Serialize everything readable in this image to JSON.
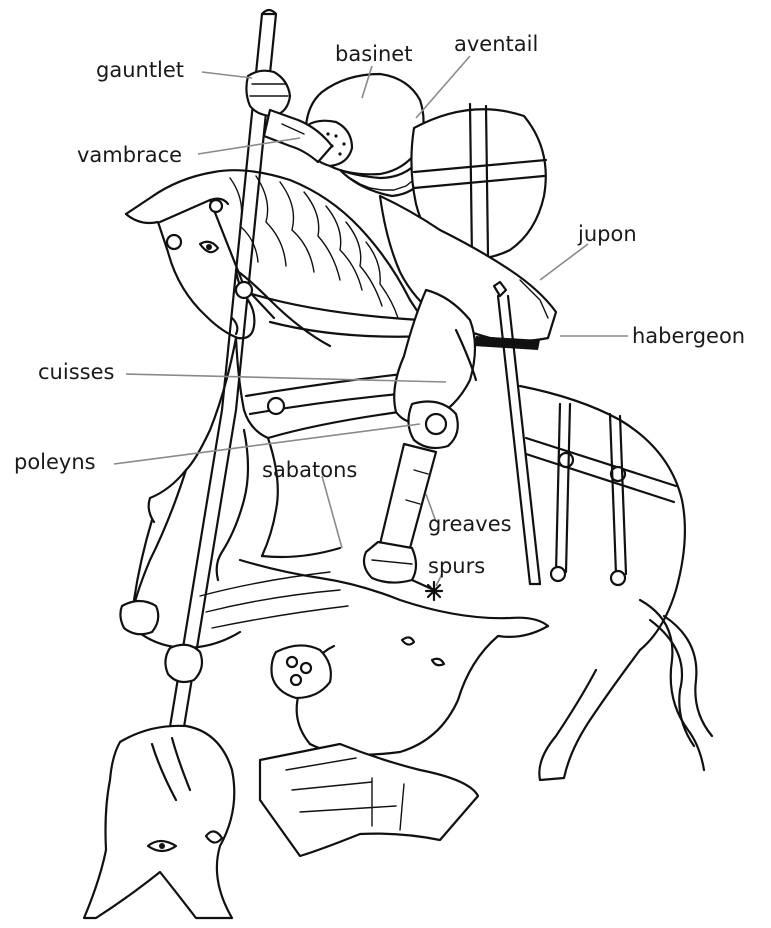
{
  "labels": {
    "gauntlet": "gauntlet",
    "basinet": "basinet",
    "aventail": "aventail",
    "vambrace": "vambrace",
    "jupon": "jupon",
    "habergeon": "habergeon",
    "cuisses": "cuisses",
    "poleyns": "poleyns",
    "sabatons": "sabatons",
    "greaves": "greaves",
    "spurs": "spurs"
  },
  "colors": {
    "ink": "#111111",
    "leader": "#8a8a8a",
    "text": "#1a1a1a",
    "background": "#ffffff"
  }
}
